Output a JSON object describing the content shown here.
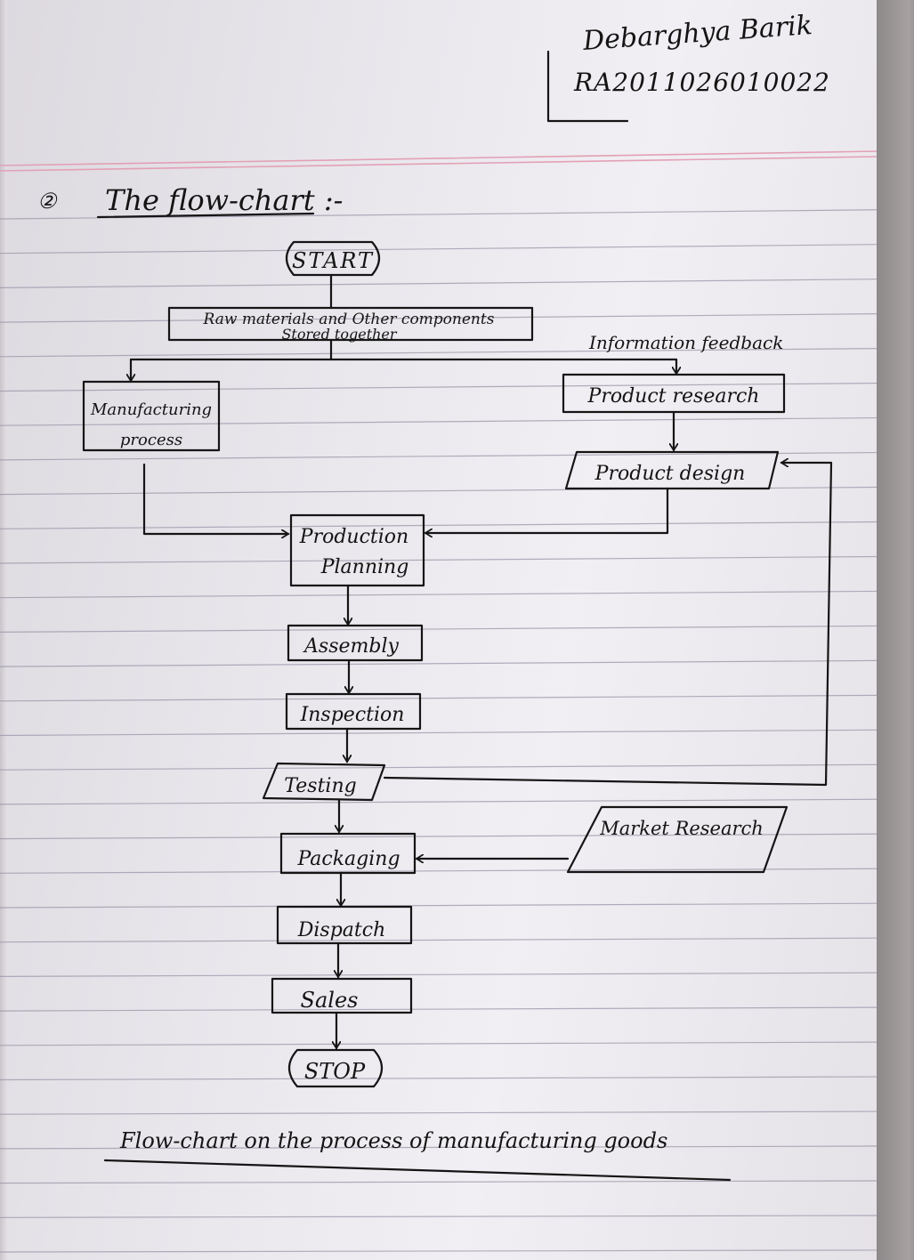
{
  "header": {
    "name": "Debarghya Barik",
    "roll": "RA2011026010022"
  },
  "question": {
    "number": "②",
    "title": "The flow-chart :-"
  },
  "flowchart": {
    "start": "START",
    "raw_materials_line1": "Raw materials and Other components",
    "raw_materials_line2": "Stored together",
    "info_feedback": "Information feedback",
    "manufacturing_line1": "Manufacturing",
    "manufacturing_line2": "process",
    "product_research": "Product research",
    "product_design": "Product design",
    "production_line1": "Production",
    "production_line2": "Planning",
    "assembly": "Assembly",
    "inspection": "Inspection",
    "testing": "Testing",
    "market_research": "Market Research",
    "packaging": "Packaging",
    "dispatch": "Dispatch",
    "sales": "Sales",
    "stop": "STOP"
  },
  "caption": "Flow-chart on the process of manufacturing goods",
  "colors": {
    "ink": "#151515",
    "ruled_line": "#9b95a8",
    "margin_line": "#e3a0b4"
  }
}
